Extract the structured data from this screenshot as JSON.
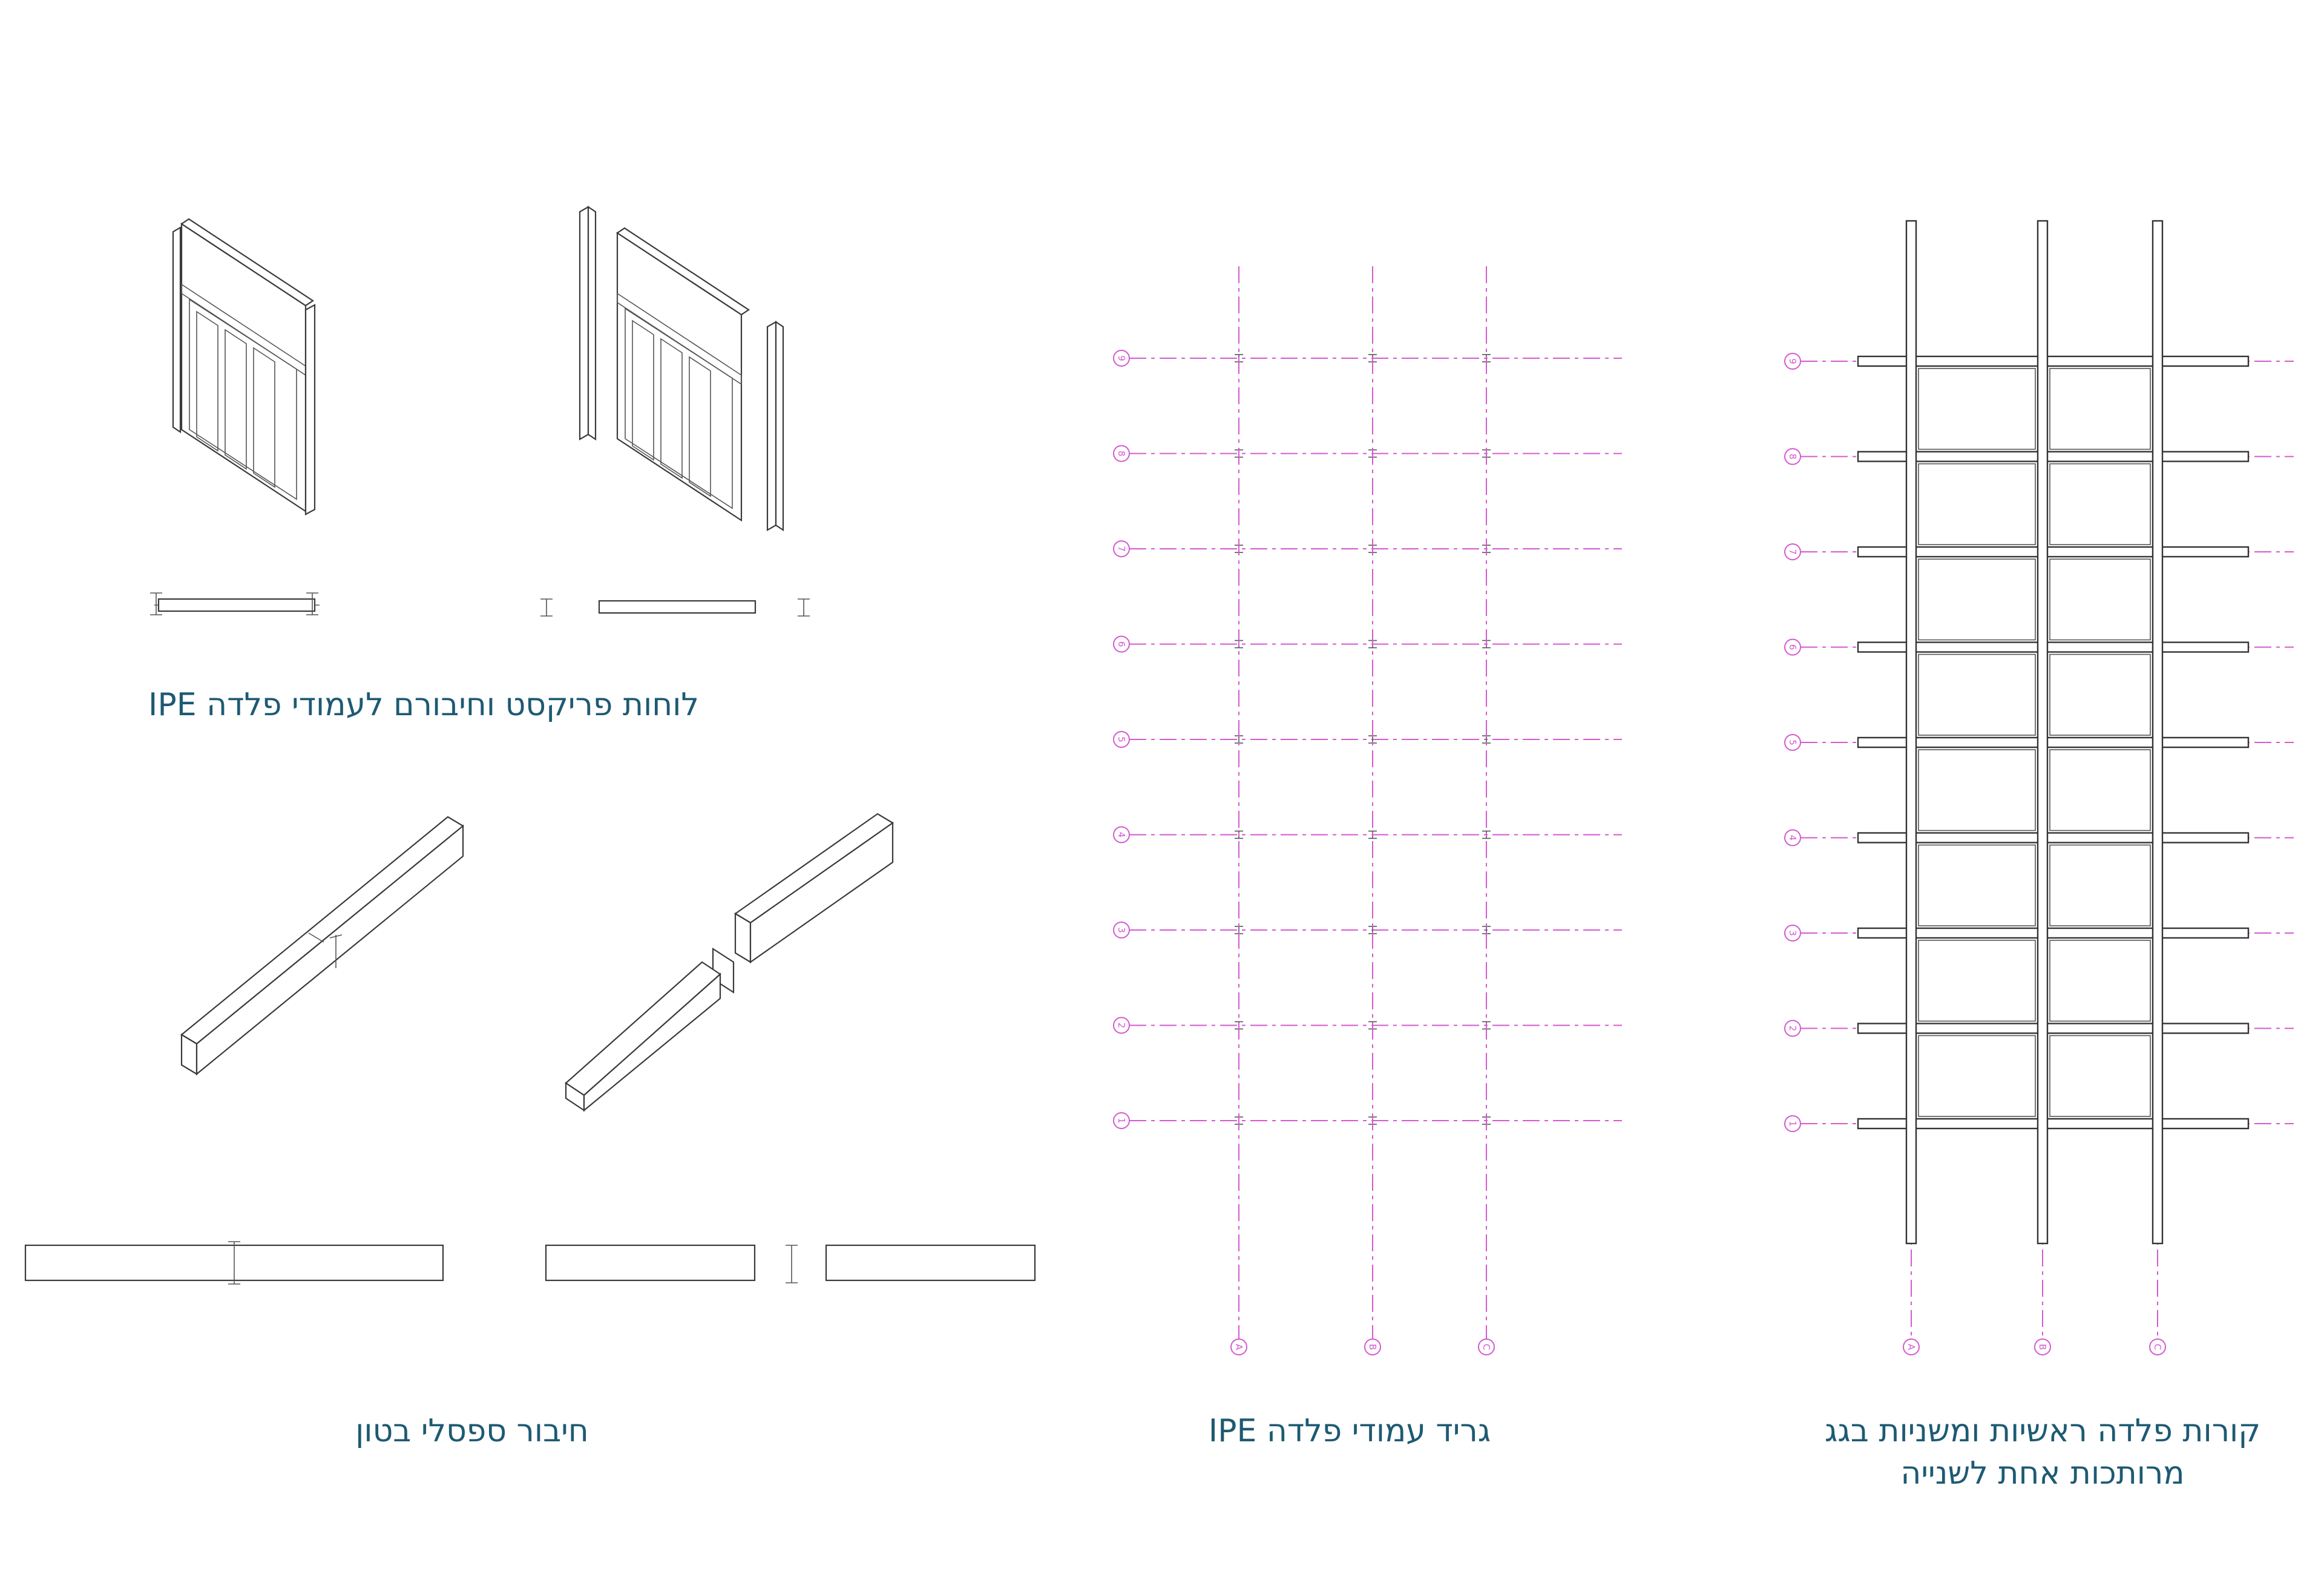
{
  "captions": {
    "precast_panels": "לוחות פריקסט וחיבורם לעמודי פלדה IPE",
    "concrete_joint": "חיבור ספסלי בטון",
    "column_grid": "גריד עמודי פלדה IPE",
    "roof_beams_line1": "קורות פלדה ראשיות ומשניות בגג",
    "roof_beams_line2": "מרותכות אחת לשנייה"
  },
  "grid": {
    "row_labels": [
      "9",
      "8",
      "7",
      "6",
      "5",
      "4",
      "3",
      "2",
      "1"
    ],
    "column_labels": [
      "A",
      "B",
      "C"
    ]
  },
  "colors": {
    "caption": "#1e5a73",
    "grid_line": "#d45ad0",
    "linework": "#3a3a3a",
    "background": "#ffffff"
  }
}
